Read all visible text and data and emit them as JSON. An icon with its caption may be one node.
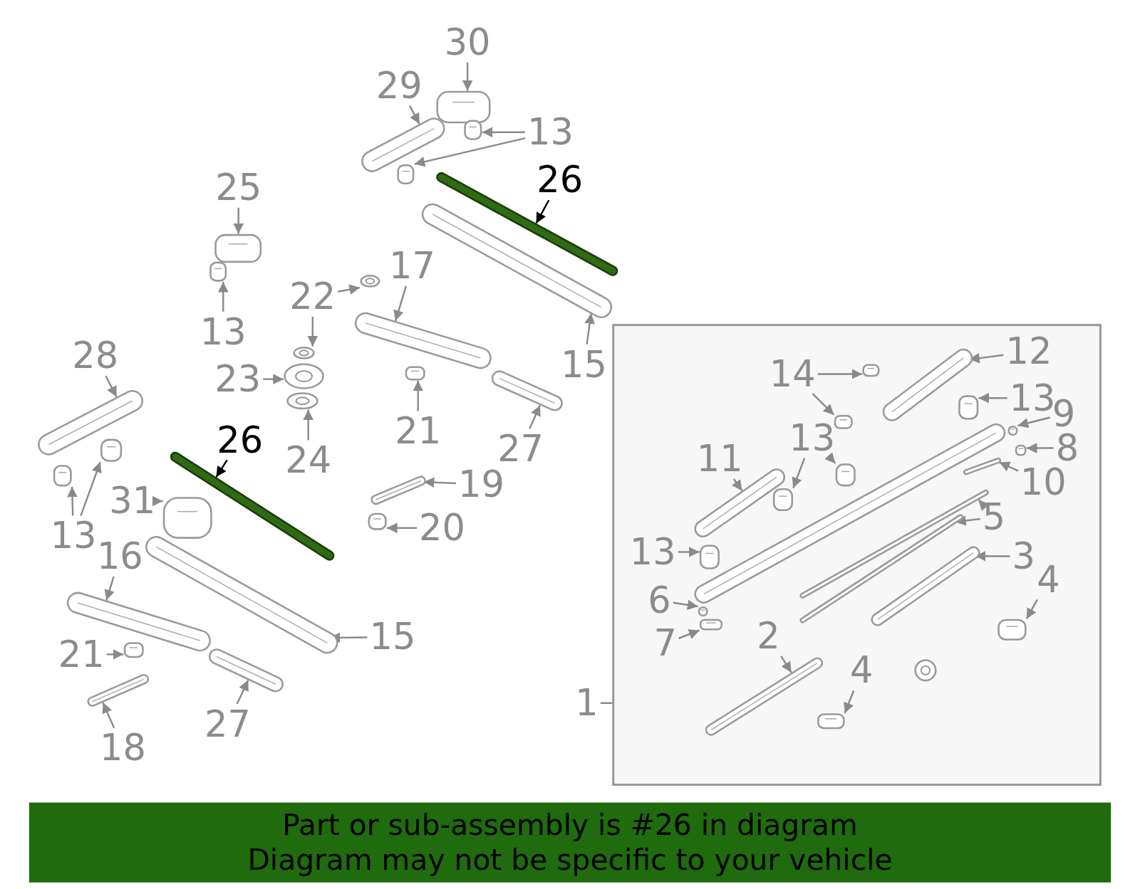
{
  "diagram": {
    "nodes": [
      {
        "text": [
          "30"
        ]
      },
      {
        "text": [],
        "shape": "picture"
      },
      {
        "text": [
          "29"
        ]
      },
      {
        "text": [],
        "shape": "picture"
      },
      {
        "text": [
          "13"
        ]
      },
      {
        "text": [],
        "shape": "picture"
      },
      {
        "text": [],
        "shape": "picture"
      },
      {
        "text": [
          "26"
        ]
      },
      {
        "text": [],
        "shape": "picture"
      },
      {
        "text": [
          "15"
        ]
      },
      {
        "text": [],
        "shape": "picture"
      },
      {
        "text": [
          "25"
        ]
      },
      {
        "text": [],
        "shape": "picture"
      },
      {
        "text": [
          "13"
        ]
      },
      {
        "text": [],
        "shape": "picture"
      },
      {
        "text": [
          "22"
        ]
      },
      {
        "text": [],
        "shape": "picture"
      },
      {
        "text": [],
        "shape": "picture"
      },
      {
        "text": [
          "17"
        ]
      },
      {
        "text": [],
        "shape": "picture"
      },
      {
        "text": [
          "23"
        ]
      },
      {
        "text": [],
        "shape": "picture"
      },
      {
        "text": [
          "24"
        ]
      },
      {
        "text": [],
        "shape": "picture"
      },
      {
        "text": [
          "21"
        ]
      },
      {
        "text": [],
        "shape": "picture"
      },
      {
        "text": [
          "27"
        ]
      },
      {
        "text": [],
        "shape": "picture"
      },
      {
        "text": [
          "28"
        ]
      },
      {
        "text": [],
        "shape": "picture"
      },
      {
        "text": [
          "13"
        ]
      },
      {
        "text": [],
        "shape": "picture"
      },
      {
        "text": [],
        "shape": "picture"
      },
      {
        "text": [
          "26"
        ]
      },
      {
        "text": [],
        "shape": "picture"
      },
      {
        "text": [
          "31"
        ]
      },
      {
        "text": [],
        "shape": "picture"
      },
      {
        "text": [
          "19"
        ]
      },
      {
        "text": [],
        "shape": "picture"
      },
      {
        "text": [
          "20"
        ]
      },
      {
        "text": [],
        "shape": "picture"
      },
      {
        "text": [
          "16"
        ]
      },
      {
        "text": [],
        "shape": "picture"
      },
      {
        "text": [
          "15"
        ]
      },
      {
        "text": [],
        "shape": "picture"
      },
      {
        "text": [
          "21"
        ]
      },
      {
        "text": [],
        "shape": "picture"
      },
      {
        "text": [
          "27"
        ]
      },
      {
        "text": [],
        "shape": "picture"
      },
      {
        "text": [
          "18"
        ]
      },
      {
        "text": [],
        "shape": "picture"
      },
      {
        "text": [
          "1"
        ]
      },
      {
        "text": [],
        "shape": "box"
      },
      {
        "text": [
          "12"
        ],
        "in": 52
      },
      {
        "text": [],
        "shape": "picture",
        "in": 52
      },
      {
        "text": [
          "14"
        ],
        "in": 52
      },
      {
        "text": [],
        "shape": "picture",
        "in": 52
      },
      {
        "text": [],
        "shape": "picture",
        "in": 52
      },
      {
        "text": [
          "13"
        ],
        "in": 52
      },
      {
        "text": [],
        "shape": "picture",
        "in": 52
      },
      {
        "text": [
          "9"
        ],
        "in": 52
      },
      {
        "text": [],
        "shape": "picture",
        "in": 52
      },
      {
        "text": [
          "8"
        ],
        "in": 52
      },
      {
        "text": [],
        "shape": "picture",
        "in": 52
      },
      {
        "text": [
          "13"
        ],
        "in": 52
      },
      {
        "text": [],
        "shape": "picture",
        "in": 52
      },
      {
        "text": [],
        "shape": "picture",
        "in": 52
      },
      {
        "text": [
          "11"
        ],
        "in": 52
      },
      {
        "text": [],
        "shape": "picture",
        "in": 52
      },
      {
        "text": [
          "10"
        ],
        "in": 52
      },
      {
        "text": [],
        "shape": "picture",
        "in": 52
      },
      {
        "text": [
          "5"
        ],
        "in": 52
      },
      {
        "text": [],
        "shape": "picture",
        "in": 52
      },
      {
        "text": [],
        "shape": "picture",
        "in": 52
      },
      {
        "text": [
          "13"
        ],
        "in": 52
      },
      {
        "text": [],
        "shape": "picture",
        "in": 52
      },
      {
        "text": [
          "3"
        ],
        "in": 52
      },
      {
        "text": [],
        "shape": "picture",
        "in": 52
      },
      {
        "text": [
          "6"
        ],
        "in": 52
      },
      {
        "text": [],
        "shape": "picture",
        "in": 52
      },
      {
        "text": [
          "7"
        ],
        "in": 52
      },
      {
        "text": [],
        "shape": "picture",
        "in": 52
      },
      {
        "text": [
          "4"
        ],
        "in": 52
      },
      {
        "text": [],
        "shape": "picture",
        "in": 52
      },
      {
        "text": [
          "2"
        ],
        "in": 52
      },
      {
        "text": [],
        "shape": "picture",
        "in": 52
      },
      {
        "text": [
          "4"
        ],
        "in": 52
      },
      {
        "text": [],
        "shape": "picture",
        "in": 52
      },
      {
        "text": [
          "Part or sub-assembly is #26 in diagram",
          "Diagram may not be specific to your vehicle"
        ]
      }
    ],
    "edges": [
      {
        "from": 0,
        "to": 1,
        "arrow": "to"
      },
      {
        "from": 2,
        "to": 3,
        "arrow": "to"
      },
      {
        "from": 4,
        "to": 5,
        "arrow": "to"
      },
      {
        "from": 4,
        "to": 6,
        "arrow": "to"
      },
      {
        "from": 7,
        "to": 8,
        "arrow": "to",
        "color": "#000000"
      },
      {
        "from": 9,
        "to": 10,
        "arrow": "to"
      },
      {
        "from": 11,
        "to": 12,
        "arrow": "to"
      },
      {
        "from": 13,
        "to": 14,
        "arrow": "to"
      },
      {
        "from": 15,
        "to": 16,
        "arrow": "to"
      },
      {
        "from": 15,
        "to": 17,
        "arrow": "to"
      },
      {
        "from": 18,
        "to": 19,
        "arrow": "to"
      },
      {
        "from": 20,
        "to": 21,
        "arrow": "to"
      },
      {
        "from": 22,
        "to": 23,
        "arrow": "to"
      },
      {
        "from": 24,
        "to": 25,
        "arrow": "to"
      },
      {
        "from": 26,
        "to": 27,
        "arrow": "to"
      },
      {
        "from": 28,
        "to": 29,
        "arrow": "to"
      },
      {
        "from": 30,
        "to": 31,
        "arrow": "to"
      },
      {
        "from": 30,
        "to": 32,
        "arrow": "to"
      },
      {
        "from": 33,
        "to": 34,
        "arrow": "to",
        "color": "#000000"
      },
      {
        "from": 35,
        "to": 36,
        "arrow": "to"
      },
      {
        "from": 37,
        "to": 38,
        "arrow": "to"
      },
      {
        "from": 39,
        "to": 40,
        "arrow": "to"
      },
      {
        "from": 41,
        "to": 42,
        "arrow": "to"
      },
      {
        "from": 43,
        "to": 44,
        "arrow": "to"
      },
      {
        "from": 45,
        "to": 46,
        "arrow": "to"
      },
      {
        "from": 47,
        "to": 48,
        "arrow": "to"
      },
      {
        "from": 49,
        "to": 50,
        "arrow": "to"
      },
      {
        "from": 51,
        "to": 52,
        "arrow": "none"
      },
      {
        "from": 53,
        "to": 54,
        "arrow": "to"
      },
      {
        "from": 55,
        "to": 56,
        "arrow": "to"
      },
      {
        "from": 55,
        "to": 57,
        "arrow": "to"
      },
      {
        "from": 58,
        "to": 59,
        "arrow": "to"
      },
      {
        "from": 60,
        "to": 61,
        "arrow": "to"
      },
      {
        "from": 62,
        "to": 63,
        "arrow": "to"
      },
      {
        "from": 64,
        "to": 65,
        "arrow": "to"
      },
      {
        "from": 64,
        "to": 66,
        "arrow": "to"
      },
      {
        "from": 67,
        "to": 68,
        "arrow": "to"
      },
      {
        "from": 69,
        "to": 70,
        "arrow": "to"
      },
      {
        "from": 71,
        "to": 72,
        "arrow": "to"
      },
      {
        "from": 71,
        "to": 73,
        "arrow": "to"
      },
      {
        "from": 74,
        "to": 75,
        "arrow": "to"
      },
      {
        "from": 76,
        "to": 77,
        "arrow": "to"
      },
      {
        "from": 78,
        "to": 79,
        "arrow": "to"
      },
      {
        "from": 80,
        "to": 81,
        "arrow": "to"
      },
      {
        "from": 82,
        "to": 83,
        "arrow": "to"
      },
      {
        "from": 84,
        "to": 85,
        "arrow": "to"
      },
      {
        "from": 86,
        "to": 87,
        "arrow": "to"
      }
    ]
  }
}
